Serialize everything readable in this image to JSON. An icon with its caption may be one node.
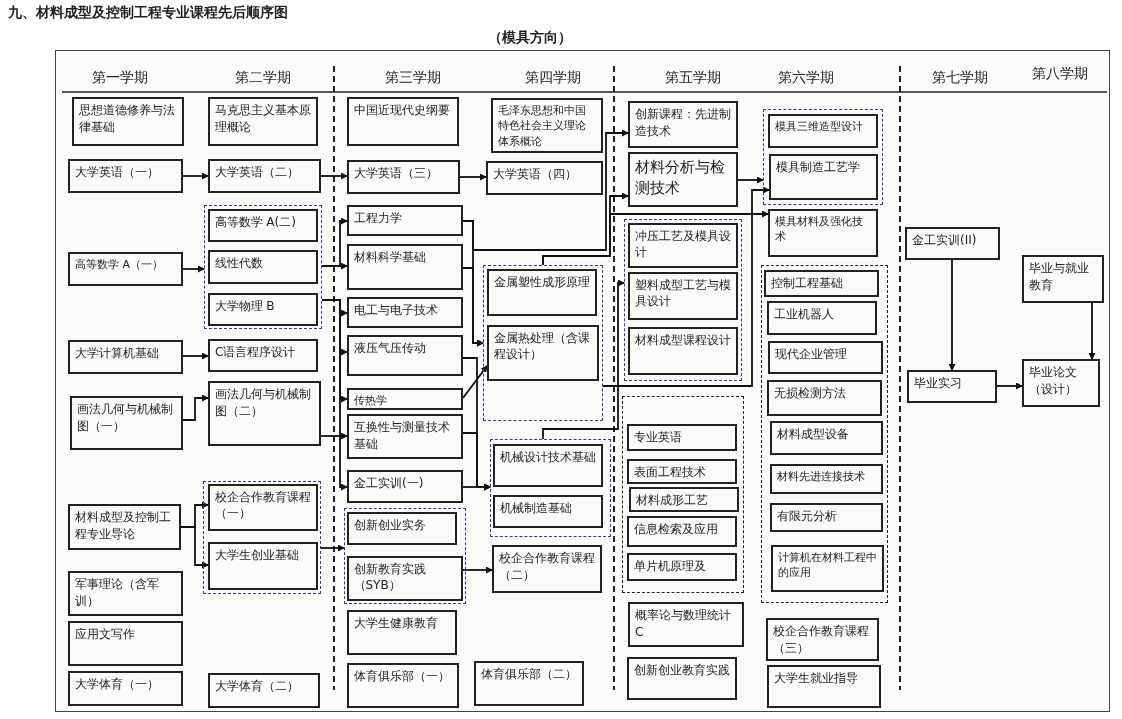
{
  "diagram": {
    "title": "九、材料成型及控制工程专业课程先后顺序图",
    "nodes": [
      {
        "text": [
          "思想道德修养与法律基础"
        ]
      },
      {
        "text": [
          "大学英语（一）"
        ]
      },
      {
        "text": [
          "高等数学 A（一）"
        ]
      },
      {
        "text": [
          "大学计算机基础"
        ]
      },
      {
        "text": [
          "画法几何与机械制图（一）"
        ]
      },
      {
        "text": [
          "材料成型及控制工程专业导论"
        ]
      },
      {
        "text": [
          "军事理论（含军训）"
        ]
      },
      {
        "text": [
          "应用文写作"
        ]
      },
      {
        "text": [
          "大学体育（一）"
        ]
      },
      {
        "text": [
          "马克思主义基本原理概论"
        ]
      },
      {
        "text": [
          "大学英语（二）"
        ]
      },
      {
        "text": [],
        "shape": "box"
      },
      {
        "text": [
          "高等数学 A(二)"
        ],
        "in": 11
      },
      {
        "text": [
          "线性代数"
        ],
        "in": 11
      },
      {
        "text": [
          "大学物理 B"
        ],
        "in": 11
      },
      {
        "text": [
          "C语言程序设计"
        ]
      },
      {
        "text": [
          "画法几何与机械制图（二）"
        ]
      },
      {
        "text": [],
        "shape": "box"
      },
      {
        "text": [
          "校企合作教育课程（一）"
        ],
        "in": 17
      },
      {
        "text": [
          "大学生创业基础"
        ],
        "in": 17
      },
      {
        "text": [
          "大学体育（二）"
        ]
      },
      {
        "text": [
          "中国近现代史纲要"
        ]
      },
      {
        "text": [
          "大学英语（三）"
        ]
      },
      {
        "text": [
          "工程力学"
        ]
      },
      {
        "text": [
          "材料科学基础"
        ]
      },
      {
        "text": [
          "电工与电子技术"
        ]
      },
      {
        "text": [
          "液压气压传动"
        ]
      },
      {
        "text": [
          "传热学"
        ]
      },
      {
        "text": [
          "互换性与测量技术基础"
        ]
      },
      {
        "text": [
          "金工实训(一)"
        ]
      },
      {
        "text": [],
        "shape": "box"
      },
      {
        "text": [
          "创新创业实务"
        ],
        "in": 30
      },
      {
        "text": [
          "创新教育实践（SYB）"
        ],
        "in": 30
      },
      {
        "text": [
          "大学生健康教育"
        ]
      },
      {
        "text": [
          "体育俱乐部（一）"
        ]
      },
      {
        "text": [
          "毛泽东思想和中国特色社会主义理论体系概论"
        ]
      },
      {
        "text": [
          "大学英语（四）"
        ]
      },
      {
        "text": [],
        "shape": "box"
      },
      {
        "text": [
          "金属塑性成形原理"
        ],
        "in": 37
      },
      {
        "text": [
          "金属热处理（含课程设计）"
        ],
        "in": 37
      },
      {
        "text": [],
        "shape": "box"
      },
      {
        "text": [
          "机械设计技术基础"
        ],
        "in": 40
      },
      {
        "text": [
          "机械制造基础"
        ],
        "in": 40
      },
      {
        "text": [
          "校企合作教育课程（二）"
        ]
      },
      {
        "text": [
          "体育俱乐部（二）"
        ]
      },
      {
        "text": [
          "创新课程：先进制造技术"
        ]
      },
      {
        "text": [
          "材料分析与检测技术"
        ]
      },
      {
        "text": [],
        "shape": "box"
      },
      {
        "text": [
          "冲压工艺及模具设计"
        ],
        "in": 47
      },
      {
        "text": [
          "塑料成型工艺与模具设计"
        ],
        "in": 47
      },
      {
        "text": [
          "材料成型课程设计"
        ],
        "in": 47
      },
      {
        "text": [],
        "shape": "box"
      },
      {
        "text": [
          "专业英语"
        ],
        "in": 51
      },
      {
        "text": [
          "表面工程技术"
        ],
        "in": 51
      },
      {
        "text": [
          "材料成形工艺"
        ],
        "in": 51
      },
      {
        "text": [
          "信息检索及应用"
        ],
        "in": 51
      },
      {
        "text": [
          "单片机原理及"
        ],
        "in": 51
      },
      {
        "text": [
          "概率论与数理统计 C"
        ]
      },
      {
        "text": [
          "创新创业教育实践"
        ]
      },
      {
        "text": [],
        "shape": "box"
      },
      {
        "text": [
          "模具三维造型设计"
        ],
        "in": 59
      },
      {
        "text": [
          "模具制造工艺学"
        ],
        "in": 59
      },
      {
        "text": [
          "模具材料及强化技术"
        ]
      },
      {
        "text": [],
        "shape": "box"
      },
      {
        "text": [
          "控制工程基础"
        ],
        "in": 63
      },
      {
        "text": [
          "工业机器人"
        ],
        "in": 63
      },
      {
        "text": [
          "现代企业管理"
        ],
        "in": 63
      },
      {
        "text": [
          "无损检测方法"
        ],
        "in": 63
      },
      {
        "text": [
          "材料成型设备"
        ],
        "in": 63
      },
      {
        "text": [
          "材料先进连接技术"
        ],
        "in": 63
      },
      {
        "text": [
          "有限元分析"
        ],
        "in": 63
      },
      {
        "text": [
          "计算机在材料工程中的应用"
        ],
        "in": 63
      },
      {
        "text": [
          "校企合作教育课程（三）"
        ]
      },
      {
        "text": [
          "大学生就业指导"
        ]
      },
      {
        "text": [
          "金工实训(II)"
        ]
      },
      {
        "text": [
          "毕业实习"
        ]
      },
      {
        "text": [
          "毕业与就业教育"
        ]
      },
      {
        "text": [
          "毕业论文（设计）"
        ]
      }
    ],
    "edges": [
      {
        "from": 1,
        "to": 10,
        "arrow": "to"
      },
      {
        "from": 10,
        "to": 22,
        "arrow": "to"
      },
      {
        "from": 22,
        "to": 36,
        "arrow": "to"
      },
      {
        "from": 2,
        "to": 11,
        "arrow": "to"
      },
      {
        "from": 11,
        "to": 23,
        "arrow": "to"
      },
      {
        "from": 11,
        "to": 24,
        "arrow": "to"
      },
      {
        "from": 11,
        "to": 25,
        "arrow": "to"
      },
      {
        "from": 11,
        "to": 26,
        "arrow": "to"
      },
      {
        "from": 11,
        "to": 27,
        "arrow": "to"
      },
      {
        "from": 16,
        "to": 28,
        "arrow": "to"
      },
      {
        "from": 11,
        "to": 29,
        "arrow": "to"
      },
      {
        "from": 3,
        "to": 15,
        "arrow": "to"
      },
      {
        "from": 4,
        "to": 16,
        "arrow": "to"
      },
      {
        "from": 5,
        "to": 18,
        "arrow": "to"
      },
      {
        "from": 5,
        "to": 19,
        "arrow": "to"
      },
      {
        "from": 17,
        "to": 30,
        "arrow": "to"
      },
      {
        "from": 32,
        "to": 43,
        "arrow": "to"
      },
      {
        "from": 23,
        "to": 37,
        "arrow": "to"
      },
      {
        "from": 24,
        "to": 37,
        "arrow": "to"
      },
      {
        "from": 27,
        "to": 39,
        "arrow": "to"
      },
      {
        "from": 28,
        "to": 40,
        "arrow": "to"
      },
      {
        "from": 29,
        "to": 40,
        "arrow": "to"
      },
      {
        "from": 26,
        "to": 40,
        "arrow": "to"
      },
      {
        "from": 23,
        "to": 45,
        "arrow": "to"
      },
      {
        "from": 37,
        "to": 46,
        "arrow": "to"
      },
      {
        "from": 37,
        "to": 62,
        "arrow": "to"
      },
      {
        "from": 46,
        "to": 59,
        "arrow": "to"
      },
      {
        "from": 37,
        "to": 61,
        "arrow": "to"
      },
      {
        "from": 40,
        "to": 47,
        "arrow": "to"
      },
      {
        "from": 74,
        "to": 75,
        "arrow": "to"
      },
      {
        "from": 75,
        "to": 77,
        "arrow": "to"
      },
      {
        "from": 76,
        "to": 77,
        "arrow": "to"
      }
    ],
    "labels": [
      "（模具方向）",
      "第一学期",
      "第二学期",
      "第三学期",
      "第四学期",
      "第五学期",
      "第六学期",
      "第七学期",
      "第八学期"
    ]
  }
}
